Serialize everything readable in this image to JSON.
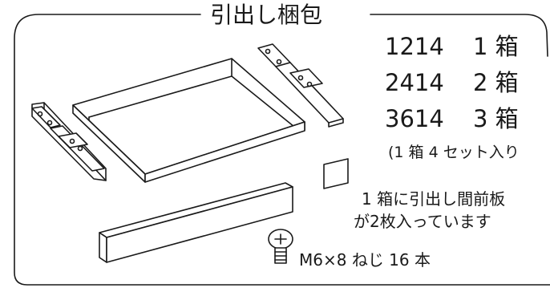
{
  "title": "引出し梱包",
  "rows": [
    {
      "model": "1214",
      "boxes": "1 箱"
    },
    {
      "model": "2414",
      "boxes": "2 箱"
    },
    {
      "model": "3614",
      "boxes": "3 箱"
    }
  ],
  "note_set": "(1 箱 4 セット入り",
  "note_front_line1": "1 箱に引出し間前板",
  "note_front_line2": "が2枚入っています",
  "note_screw": "M6×8 ねじ 16 本"
}
